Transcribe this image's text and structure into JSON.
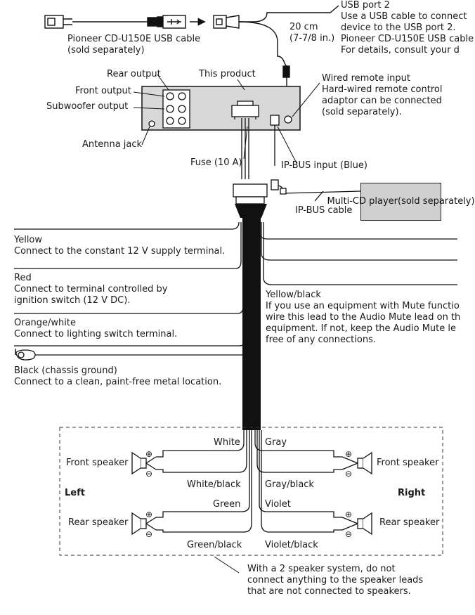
{
  "head_unit": {
    "title": "This product",
    "rear_output": "Rear output",
    "front_output": "Front output",
    "subwoofer_output": "Subwoofer output",
    "antenna_jack": "Antenna jack",
    "fuse": "Fuse (10 A)",
    "wired_remote": [
      "Wired remote input",
      "Hard-wired remote control",
      "adaptor can be connected",
      "(sold separately)."
    ],
    "ipbus_input": "IP-BUS input (Blue)"
  },
  "usb": {
    "cable_label": [
      "Pioneer CD-U150E USB cable",
      "(sold separately)"
    ],
    "length": [
      "20 cm",
      "(7-7/8 in.)"
    ],
    "port_note": [
      "USB port 2",
      "Use a USB cable to connect",
      "device to the USB port 2.",
      "Pioneer CD-U150E USB cable",
      "For details, consult your d"
    ]
  },
  "multi_cd": {
    "box_label": [
      "Multi-CD player",
      "(sold separately)"
    ],
    "cable_label": "IP-BUS cable"
  },
  "leads": {
    "yellow": [
      "Yellow",
      "Connect to the constant 12 V supply terminal."
    ],
    "red": [
      "Red",
      "Connect to terminal controlled by",
      "ignition switch (12 V DC)."
    ],
    "orange_white": [
      "Orange/white",
      "Connect to lighting switch terminal."
    ],
    "black": [
      "Black (chassis ground)",
      "Connect to a clean, paint-free metal location."
    ],
    "yellow_black": [
      "Yellow/black",
      "If you use an equipment with Mute functio",
      "wire this lead to the Audio Mute lead on th",
      "equipment. If not, keep the Audio Mute le",
      "free of any connections."
    ]
  },
  "speakers": {
    "left": "Left",
    "right": "Right",
    "front_speaker": "Front speaker",
    "rear_speaker": "Rear speaker",
    "plus": "⊕",
    "minus": "⊖",
    "wires": {
      "white": "White",
      "white_black": "White/black",
      "green": "Green",
      "green_black": "Green/black",
      "gray": "Gray",
      "gray_black": "Gray/black",
      "violet": "Violet",
      "violet_black": "Violet/black"
    },
    "note": [
      "With a 2 speaker system, do not",
      "connect anything to the speaker leads",
      "that are not connected to speakers."
    ]
  },
  "colors": {
    "line": "#1a1a1a",
    "unit_fill": "#d8d8d8",
    "box_fill": "#d0d0d0",
    "harness": "#111111"
  }
}
